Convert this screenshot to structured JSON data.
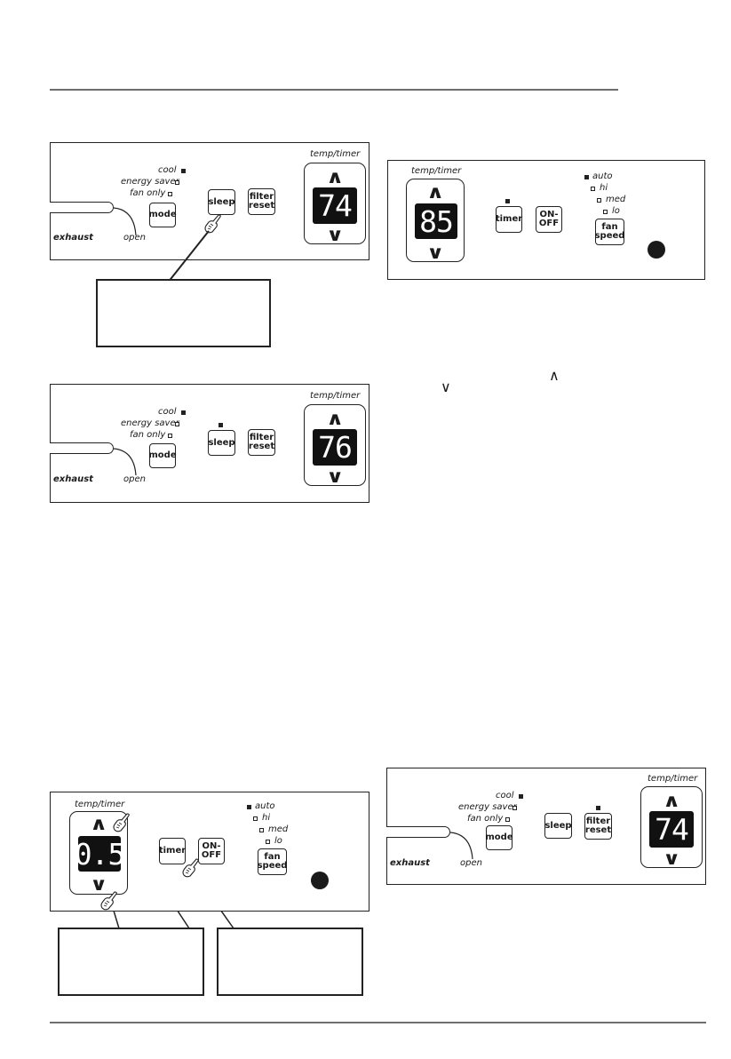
{
  "labels": {
    "temp_timer": "temp/timer",
    "cool": "cool",
    "energy_saver": "energy saver",
    "fan_only": "fan only",
    "exhaust": "exhaust",
    "open": "open",
    "mode": "mode",
    "sleep": "sleep",
    "filter_reset": "filter\nreset",
    "timer": "timer",
    "on_off": "ON-\nOFF",
    "fan_speed": "fan\nspeed",
    "auto": "auto",
    "hi": "hi",
    "med": "med",
    "lo": "lo"
  },
  "panels": {
    "mode_panel_1": {
      "display": "74",
      "sleep_indicator": false
    },
    "mode_panel_2": {
      "display": "76",
      "sleep_indicator": true
    },
    "mode_panel_3": {
      "display": "74",
      "filter_indicator": true
    },
    "fan_panel_1": {
      "display": "85",
      "timer_indicator": true,
      "fan_speed": "auto"
    },
    "fan_panel_2": {
      "display": "0.5",
      "timer_indicator": false,
      "fan_speed": "auto"
    }
  },
  "inline_arrows": {
    "up": "^",
    "down": "v"
  },
  "icons": [
    "pointing-hand-icon",
    "up-arrow-icon",
    "down-arrow-icon",
    "power-dot-icon"
  ]
}
